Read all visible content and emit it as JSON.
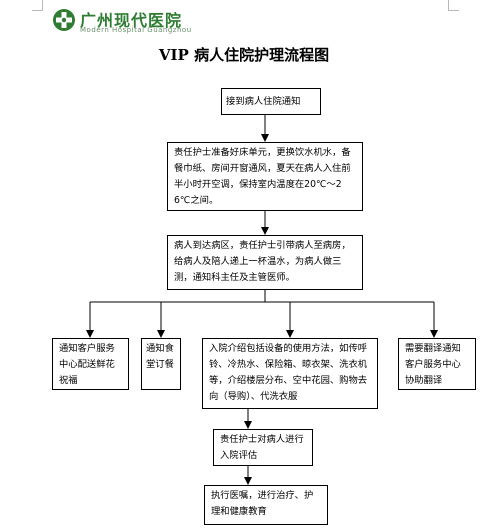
{
  "header": {
    "logo_cn": "广州现代医院",
    "logo_en": "Modern Hospital Guangzhou"
  },
  "title": "VIP 病人住院护理流程图",
  "flow": {
    "step1": "接到病人住院通知",
    "step2": "责任护士准备好床单元，更换饮水机水，备餐巾纸、房间开窗通风，夏天在病人入住前半小时开空调，保持室内温度在20℃～26℃之间。",
    "step3": "病人到达病区，责任护士引带病人至病房，给病人及陪人递上一杯温水，为病人做三测，通知科主任及主管医师。",
    "branch_left1": "通知客户服务中心配送鲜花祝福",
    "branch_left2": "通知食堂订餐",
    "branch_center": "入院介绍包括设备的使用方法，如传呼铃、冷热水、保险箱、晾衣架、洗衣机等，介绍楼层分布、空中花园、购物去向（导购）、代洗衣服",
    "branch_right": "需要翻译通知客户服务中心协助翻译",
    "step5": "责任护士对病人进行入院评估",
    "step6": "执行医嘱，进行治疗、护理和健康教育"
  }
}
